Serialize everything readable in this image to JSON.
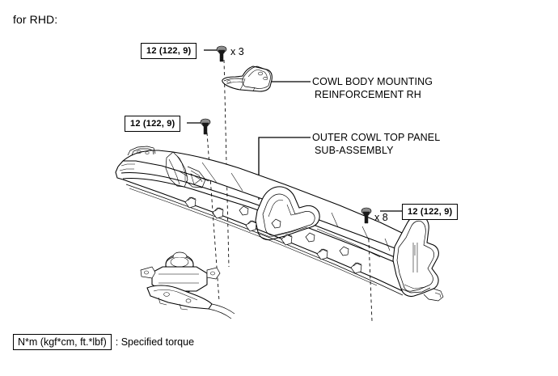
{
  "heading": "for RHD:",
  "torque_callouts": [
    {
      "id": "bolt-x3",
      "value": "12 (122, 9)",
      "multiplier": "x 3"
    },
    {
      "id": "bolt-left",
      "value": "12 (122, 9)",
      "multiplier": ""
    },
    {
      "id": "bolt-x8",
      "value": "12 (122, 9)",
      "multiplier": "x 8"
    }
  ],
  "part_callouts": [
    {
      "id": "cowl-body-mounting-reinforcement-rh",
      "line1": "COWL BODY MOUNTING",
      "line2": "REINFORCEMENT RH"
    },
    {
      "id": "outer-cowl-top-panel-sub-assembly",
      "line1": "OUTER COWL TOP PANEL",
      "line2": "SUB-ASSEMBLY"
    }
  ],
  "legend": {
    "unit_box": "N*m (kgf*cm, ft.*lbf)",
    "description": ": Specified torque"
  },
  "components": {
    "outer_cowl_top_panel": "outer-cowl-top-panel",
    "cowl_body_mounting_reinforcement": "cowl-body-mounting-reinforcement",
    "windshield_wiper_motor": "windshield-wiper-motor-assembly",
    "bolt_icon": "bolt-icon"
  },
  "colors": {
    "line": "#000000",
    "background": "#ffffff",
    "shade": "#8d8d8d"
  }
}
